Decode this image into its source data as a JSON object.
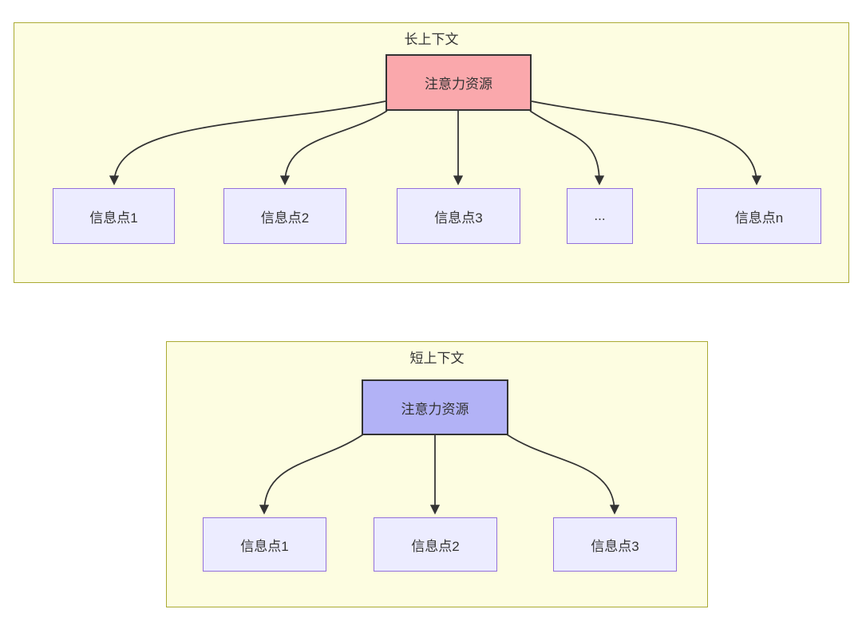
{
  "diagram": {
    "long_context": {
      "title": "长上下文",
      "attention_label": "注意力资源",
      "nodes": [
        {
          "label": "信息点1"
        },
        {
          "label": "信息点2"
        },
        {
          "label": "信息点3"
        },
        {
          "label": "..."
        },
        {
          "label": "信息点n"
        }
      ]
    },
    "short_context": {
      "title": "短上下文",
      "attention_label": "注意力资源",
      "nodes": [
        {
          "label": "信息点1"
        },
        {
          "label": "信息点2"
        },
        {
          "label": "信息点3"
        }
      ]
    },
    "colors": {
      "container_fill": "#fdfde1",
      "container_border": "#aaaa33",
      "info_node_fill": "#ececff",
      "info_node_border": "#9370db",
      "attention_long_fill": "#faa8ac",
      "attention_short_fill": "#b2b2f6",
      "attention_border": "#333333",
      "edge_color": "#333333",
      "text_color": "#333333"
    }
  }
}
